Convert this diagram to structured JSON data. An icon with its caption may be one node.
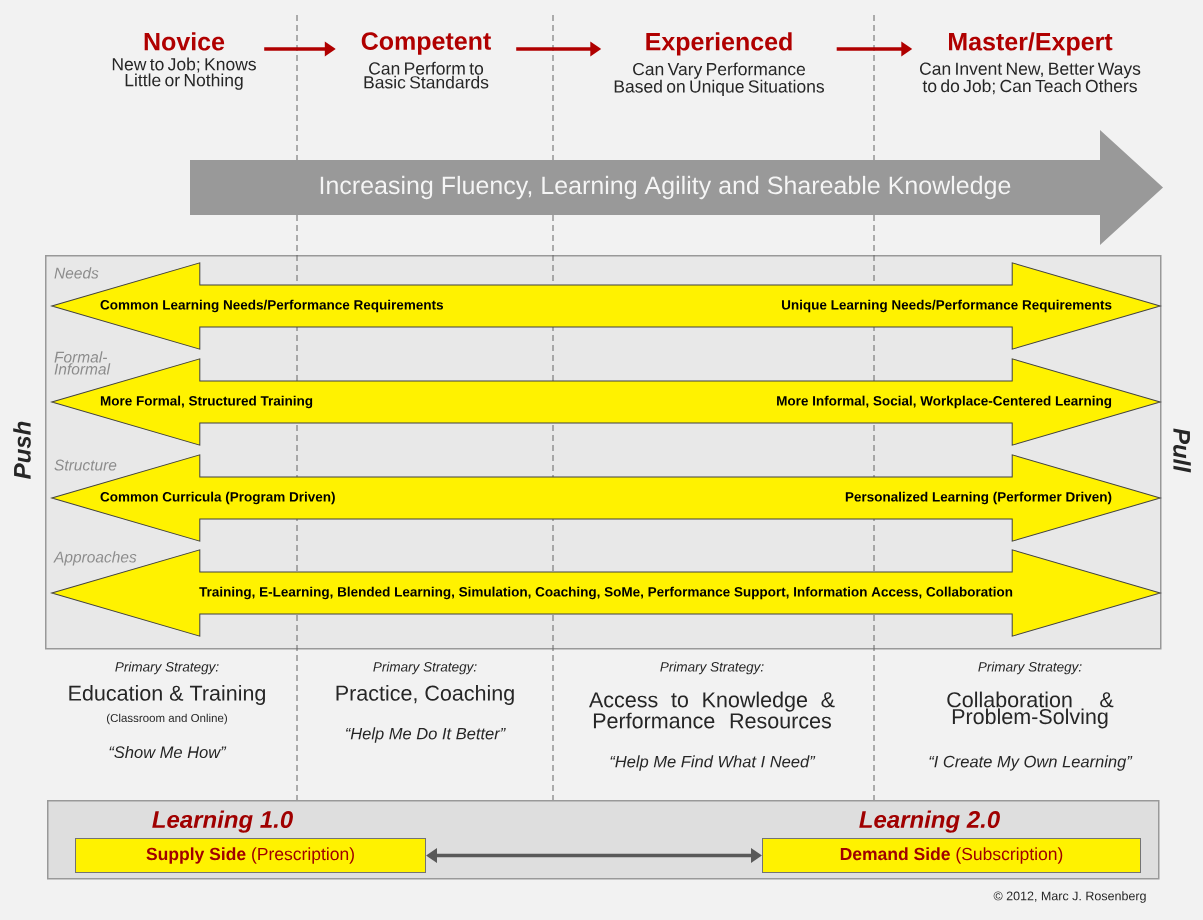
{
  "diagram": {
    "nodes": [
      {
        "text": [
          "Novice",
          "New to Job; Knows Little or Nothing"
        ]
      },
      {
        "text": [
          "Competent",
          "Can Perform to Basic Standards"
        ]
      },
      {
        "text": [
          "Experienced",
          "Can Vary Performance Based on Unique Situations"
        ]
      },
      {
        "text": [
          "Master/Expert",
          "Can Invent New, Better Ways to do Job; Can Teach Others"
        ]
      },
      {
        "text": [
          "Increasing Fluency, Learning Agility and Shareable Knowledge"
        ]
      },
      {
        "text": [],
        "shape": "box"
      },
      {
        "text": [
          "Needs",
          "Common Learning Needs/Performance Requirements",
          "Unique Learning Needs/Performance Requirements"
        ],
        "in": 5
      },
      {
        "text": [
          "Formal-Informal",
          "More Formal, Structured Training",
          "More Informal, Social, Workplace-Centered Learning"
        ],
        "in": 5
      },
      {
        "text": [
          "Structure",
          "Common Curricula (Program Driven)",
          "Personalized Learning (Performer Driven)"
        ],
        "in": 5
      },
      {
        "text": [
          "Approaches",
          "Training, E-Learning, Blended Learning, Simulation, Coaching, SoMe, Performance Support, Information Access, Collaboration"
        ],
        "in": 5
      },
      {
        "text": [],
        "shape": "box"
      },
      {
        "text": [
          "Learning 1.0",
          "**Supply Side** (Prescription)"
        ],
        "in": 10
      },
      {
        "text": [
          "Learning 2.0",
          "**Demand Side** (Subscription)"
        ],
        "in": 10
      }
    ],
    "edges": [
      {
        "from": 0,
        "to": 1,
        "arrow": "to"
      },
      {
        "from": 1,
        "to": 2,
        "arrow": "to"
      },
      {
        "from": 2,
        "to": 3,
        "arrow": "to"
      },
      {
        "from": 11,
        "to": 12,
        "arrow": "both",
        "color": "#595959"
      }
    ],
    "labels": [
      "Push",
      "Pull",
      "Primary Strategy:",
      "Education & Training",
      "(Classroom and Online)",
      "“Show Me How”",
      "Primary Strategy:",
      "Practice, Coaching",
      "“Help Me Do It Better”",
      "Primary Strategy:",
      "Access to Knowledge & Performance Resources",
      "“Help Me Find What I Need”",
      "Primary Strategy:",
      "Collaboration & Problem-Solving",
      "“I Create My Own Learning”",
      "© 2012, Marc J. Rosenberg"
    ]
  }
}
